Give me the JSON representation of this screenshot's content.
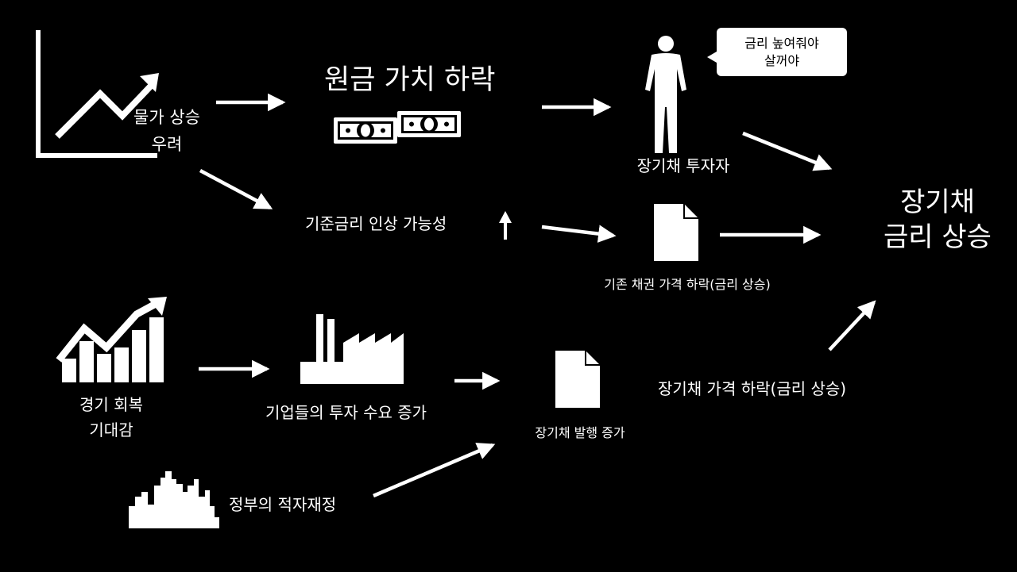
{
  "diagram": {
    "labels": {
      "inflation_concern_1": "물가 상승",
      "inflation_concern_2": "우려",
      "principal_value_drop": "원금 가치 하락",
      "long_bond_investor": "장기채 투자자",
      "investor_speech_1": "금리 높여줘야",
      "investor_speech_2": "살꺼야",
      "result_line1": "장기채",
      "result_line2": "금리 상승",
      "base_rate_hike": "기준금리 인상 가능성",
      "existing_bond_drop": "기존 채권 가격 하락(금리 상승)",
      "recovery_line1": "경기 회복",
      "recovery_line2": "기대감",
      "corp_investment": "기업들의 투자 수요 증가",
      "bond_issuance": "장기채 발행 증가",
      "long_bond_price_drop": "장기채 가격 하락(금리 상승)",
      "gov_deficit": "정부의 적자재정"
    },
    "colors": {
      "background": "#000000",
      "foreground": "#ffffff"
    },
    "icons": [
      "line-chart-icon",
      "banknotes-icon",
      "person-icon",
      "speech-bubble-icon",
      "document-icon",
      "up-arrow-icon",
      "bar-growth-chart-icon",
      "factory-icon",
      "city-skyline-icon"
    ]
  }
}
